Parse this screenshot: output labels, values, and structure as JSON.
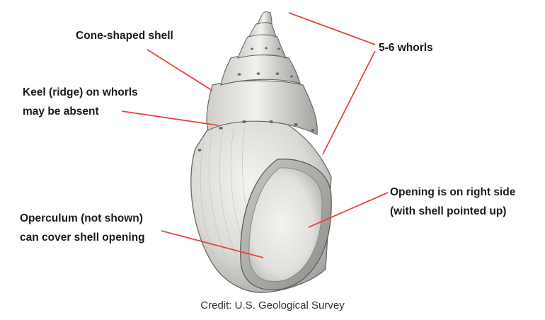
{
  "labels": {
    "cone_shaped": "Cone-shaped shell",
    "whorls": "5-6 whorls",
    "keel_line1": "Keel (ridge) on whorls",
    "keel_line2": "may be absent",
    "opening_line1": "Opening is on right side",
    "opening_line2": "(with shell pointed up)",
    "operculum_line1": "Operculum (not shown)",
    "operculum_line2": "can cover shell opening"
  },
  "credit": "Credit: U.S. Geological Survey",
  "colors": {
    "leader_line": "#e8453c",
    "shell_light": "#f1f0ee",
    "shell_shadow": "#a9a7a4",
    "outline": "#5e5c59",
    "label_text": "#1a1a1a"
  }
}
